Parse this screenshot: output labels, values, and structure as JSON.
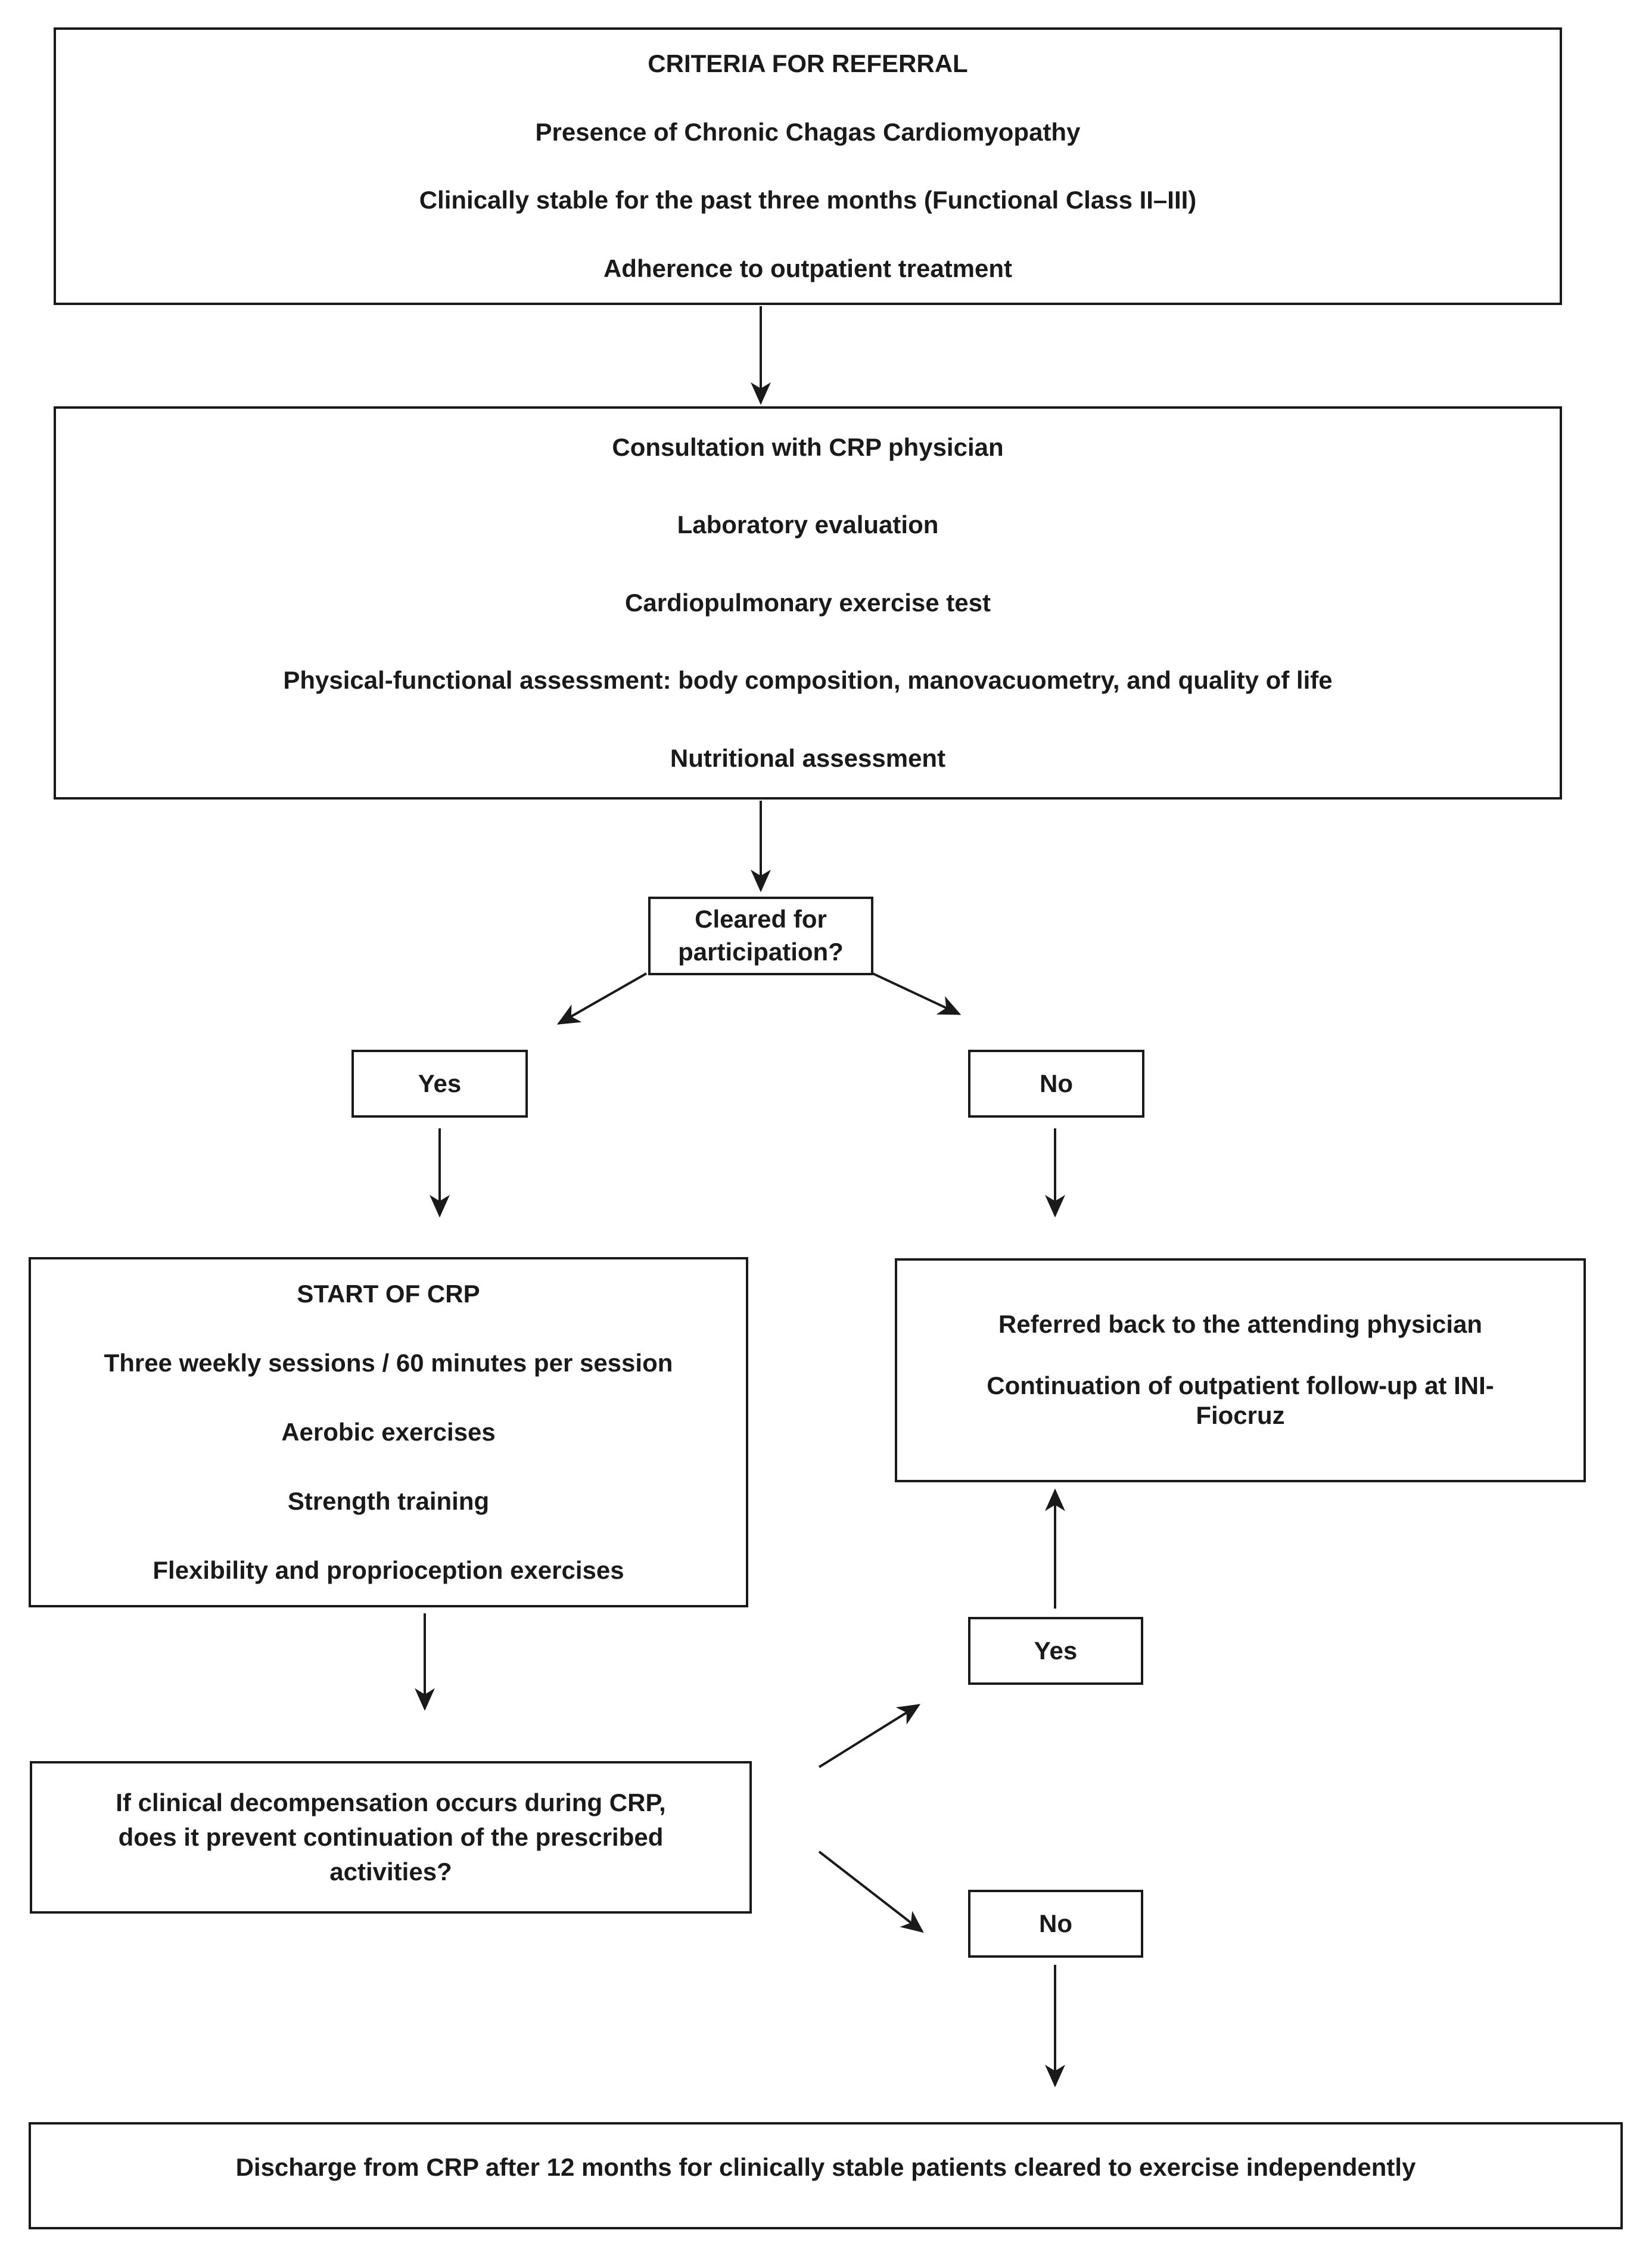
{
  "page": {
    "background_color": "#ffffff",
    "ink_color": "#1a1a1a"
  },
  "boxes": {
    "criteria": {
      "title": "CRITERIA FOR REFERRAL",
      "lines": [
        "Presence of Chronic Chagas Cardiomyopathy",
        "Clinically stable for the past three months (Functional Class II–III)",
        "Adherence to outpatient treatment"
      ]
    },
    "evaluation": {
      "lines": [
        "Consultation with CRP physician",
        "Laboratory evaluation",
        "Cardiopulmonary exercise test",
        "Physical-functional assessment: body composition, manovacuometry, and quality of life",
        "Nutritional assessment"
      ]
    },
    "decision_participation": {
      "lines": [
        "Cleared for",
        "participation?"
      ]
    },
    "yes_participation": {
      "label": "Yes"
    },
    "no_participation": {
      "label": "No"
    },
    "crp_start": {
      "title": "START OF CRP",
      "lines": [
        "Three weekly sessions / 60 minutes per session",
        "Aerobic exercises",
        "Strength training",
        "Flexibility and proprioception exercises"
      ]
    },
    "referral_back": {
      "lines": [
        "Referred back to the attending physician",
        "Continuation of outpatient follow-up at INI-",
        "Fiocruz"
      ]
    },
    "decision_decompensation": {
      "lines": [
        "If clinical decompensation occurs during CRP,",
        "does it prevent continuation of the prescribed",
        "activities?"
      ]
    },
    "yes_decompensation": {
      "label": "Yes"
    },
    "no_decompensation": {
      "label": "No"
    },
    "discharge": {
      "text": "Discharge from CRP after 12 months for clinically stable patients cleared to exercise independently"
    }
  }
}
